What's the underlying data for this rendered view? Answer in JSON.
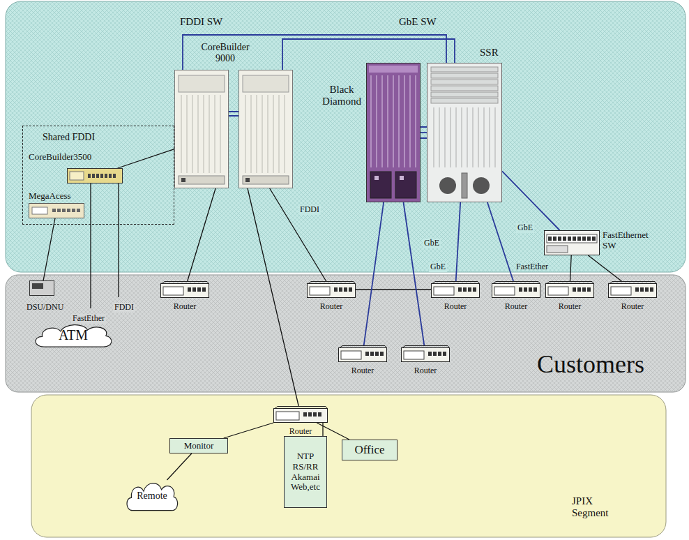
{
  "diagram": {
    "nodes": [
      {
        "text": [
          "FDDI SW",
          "GbE SW"
        ]
      },
      {
        "text": [
          "CoreBuilder 9000"
        ],
        "in": 0
      },
      {
        "text": [
          "Black Diamond"
        ],
        "in": 0
      },
      {
        "text": [
          "SSR"
        ],
        "in": 0
      },
      {
        "text": [
          "Shared FDDI"
        ],
        "in": 0
      },
      {
        "text": [
          "CoreBuilder3500"
        ],
        "in": 4
      },
      {
        "text": [
          "MegaAcess"
        ],
        "in": 4
      },
      {
        "text": [
          "FastEthernet SW",
          "FastEther"
        ],
        "in": 0
      },
      {
        "text": [
          "Customers"
        ]
      },
      {
        "text": [
          "DSU/DNU"
        ],
        "in": 8
      },
      {
        "text": [
          "ATM"
        ],
        "in": 8
      },
      {
        "text": [
          "Router"
        ],
        "in": 8
      },
      {
        "text": [
          "Router"
        ],
        "in": 8
      },
      {
        "text": [
          "Router"
        ],
        "in": 8
      },
      {
        "text": [
          "Router"
        ],
        "in": 8
      },
      {
        "text": [
          "Router"
        ],
        "in": 8
      },
      {
        "text": [
          "Router"
        ],
        "in": 8
      },
      {
        "text": [
          "Router"
        ],
        "in": 8
      },
      {
        "text": [
          "Router"
        ],
        "in": 8
      },
      {
        "text": [
          "JPIX Segment"
        ]
      },
      {
        "text": [
          "Router"
        ],
        "in": 19
      },
      {
        "text": [
          "Monitor"
        ],
        "in": 19
      },
      {
        "text": [
          "NTP RS/RR Akamai Web,etc"
        ],
        "in": 19
      },
      {
        "text": [
          "Office"
        ],
        "in": 19
      },
      {
        "text": [
          "Remote"
        ],
        "in": 19
      }
    ],
    "edges": [
      {
        "from": 1,
        "to": 3,
        "arrow": "none"
      },
      {
        "from": 1,
        "to": 3,
        "arrow": "none"
      },
      {
        "from": 2,
        "to": 3,
        "arrow": "none"
      },
      {
        "from": 5,
        "to": 1,
        "arrow": "none"
      },
      {
        "from": 1,
        "to": 11,
        "arrow": "none"
      },
      {
        "from": 1,
        "to": 12,
        "arrow": "none"
      },
      {
        "from": 1,
        "to": 20,
        "arrow": "none"
      },
      {
        "from": 6,
        "to": 9,
        "arrow": "none"
      },
      {
        "from": 12,
        "to": 13,
        "arrow": "none"
      },
      {
        "from": 2,
        "to": 17,
        "arrow": "none"
      },
      {
        "from": 2,
        "to": 18,
        "arrow": "none"
      },
      {
        "from": 3,
        "to": 13,
        "arrow": "none"
      },
      {
        "from": 3,
        "to": 14,
        "arrow": "none"
      },
      {
        "from": 3,
        "to": 7,
        "arrow": "none"
      },
      {
        "from": 7,
        "to": 15,
        "arrow": "none"
      },
      {
        "from": 7,
        "to": 16,
        "arrow": "none"
      },
      {
        "from": 20,
        "to": 21,
        "arrow": "none"
      },
      {
        "from": 20,
        "to": 22,
        "arrow": "none"
      },
      {
        "from": 20,
        "to": 23,
        "arrow": "none"
      },
      {
        "from": 21,
        "to": 24,
        "arrow": "none"
      }
    ],
    "labels": [
      "FDDI",
      "GbE",
      "GbE",
      "GbE",
      "FDDI",
      "FastEther"
    ]
  }
}
